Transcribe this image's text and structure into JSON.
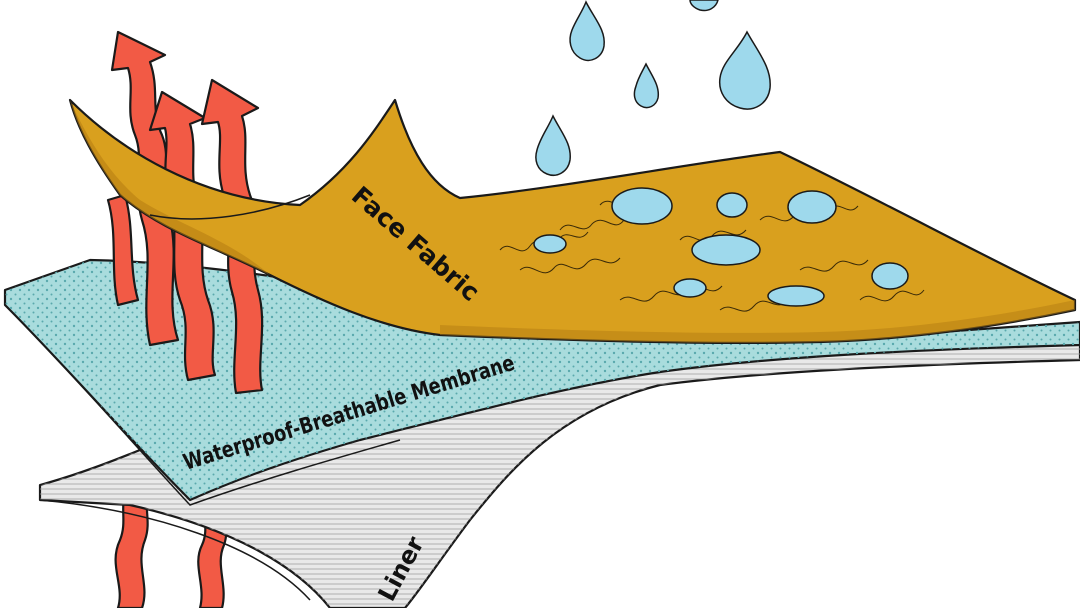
{
  "labels": {
    "face_fabric": "Face Fabric",
    "membrane": "Waterproof-Breathable Membrane",
    "liner": "Liner"
  },
  "colors": {
    "face_fabric": "#D9A01E",
    "face_fabric_shadow": "#B47C12",
    "membrane": "#A9DCDD",
    "liner": "#E9E9E9",
    "heat_arrows": "#F25A45",
    "water": "#9ED9EC"
  },
  "icons": [
    "heat-arrow-icon",
    "water-drop-icon",
    "water-bead-icon"
  ]
}
